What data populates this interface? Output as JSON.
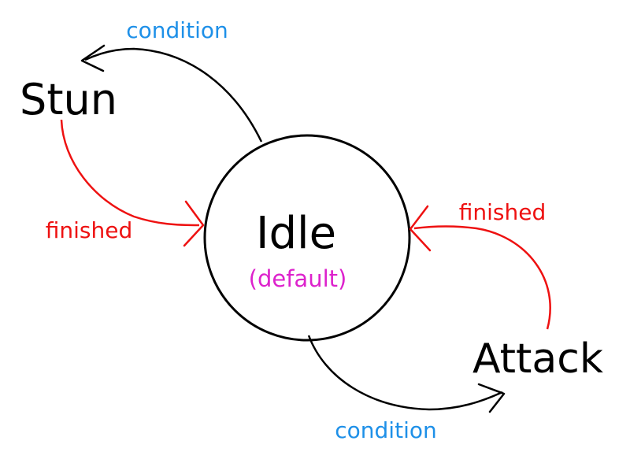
{
  "nodes": {
    "idle": {
      "label": "Idle",
      "sublabel": "(default)"
    },
    "stun": {
      "label": "Stun"
    },
    "attack": {
      "label": "Attack"
    }
  },
  "edges": {
    "idle_to_stun": {
      "label": "condition"
    },
    "stun_to_idle": {
      "label": "finished"
    },
    "attack_to_idle": {
      "label": "finished"
    },
    "idle_to_attack": {
      "label": "condition"
    }
  },
  "colors": {
    "condition_edge": "#000000",
    "condition_label": "#1e90e8",
    "finished_edge": "#ee1111",
    "finished_label": "#ee1111",
    "default_label": "#dd22cc",
    "node_text": "#000000"
  }
}
